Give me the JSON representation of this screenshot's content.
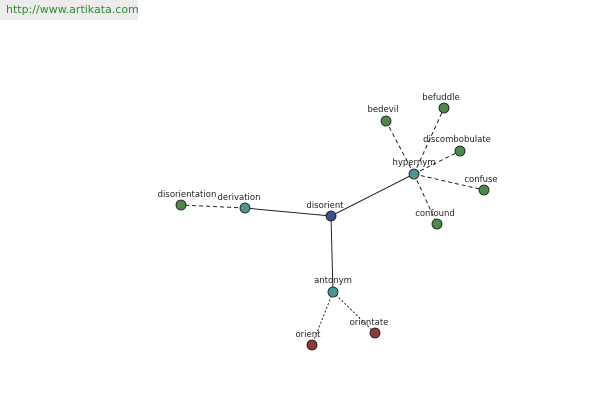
{
  "header": {
    "url": "http://www.artikata.com",
    "url_color": "#2e8b2e"
  },
  "colors": {
    "center": "#3b4f8a",
    "relation": "#4a9696",
    "synonym": "#4c8a4c",
    "antonym_term": "#8b3a3a",
    "edge": "#222222"
  },
  "graph": {
    "center": {
      "id": "disorient",
      "label": "disorient",
      "kind": "center"
    },
    "relations": [
      {
        "id": "derivation",
        "label": "derivation",
        "kind": "relation"
      },
      {
        "id": "hypernym",
        "label": "hypernym",
        "kind": "relation"
      },
      {
        "id": "antonym",
        "label": "antonym",
        "kind": "relation"
      }
    ],
    "terms": [
      {
        "id": "disorientation",
        "label": "disorientation",
        "parent": "derivation",
        "kind": "synonym"
      },
      {
        "id": "bedevil",
        "label": "bedevil",
        "parent": "hypernym",
        "kind": "synonym"
      },
      {
        "id": "befuddle",
        "label": "befuddle",
        "parent": "hypernym",
        "kind": "synonym"
      },
      {
        "id": "discombobulate",
        "label": "discombobulate",
        "parent": "hypernym",
        "kind": "synonym"
      },
      {
        "id": "confuse",
        "label": "confuse",
        "parent": "hypernym",
        "kind": "synonym"
      },
      {
        "id": "confound",
        "label": "confound",
        "parent": "hypernym",
        "kind": "synonym"
      },
      {
        "id": "orient",
        "label": "orient",
        "parent": "antonym",
        "kind": "antonym_term"
      },
      {
        "id": "orientate",
        "label": "orientate",
        "parent": "antonym",
        "kind": "antonym_term"
      }
    ]
  }
}
